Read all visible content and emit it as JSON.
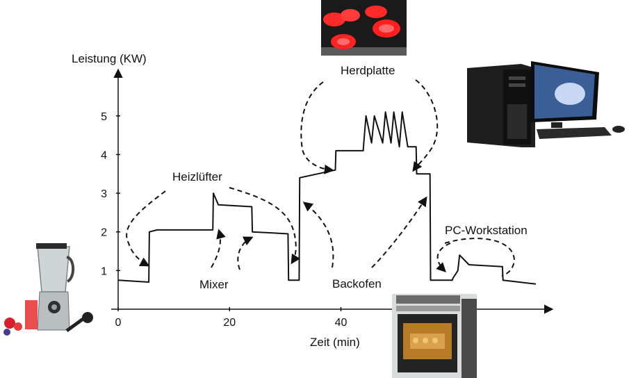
{
  "chart_data": {
    "type": "line",
    "title": "",
    "ylabel": "Leistung (KW)",
    "xlabel": "Zeit (min)",
    "xlim": [
      0,
      78
    ],
    "ylim": [
      0,
      6.2
    ],
    "x_ticks": [
      "0",
      "20",
      "40"
    ],
    "x_tick_values": [
      0,
      20,
      40
    ],
    "y_ticks": [
      "1",
      "2",
      "3",
      "4",
      "5"
    ],
    "y_tick_values": [
      1,
      2,
      3,
      4,
      5
    ],
    "series": [
      {
        "x": [
          0,
          5.5,
          5.6,
          7,
          17,
          17.1,
          18,
          24,
          24.1,
          30.5,
          30.6,
          32.5,
          32.6,
          39,
          39.1,
          44,
          44.1,
          44.5,
          45.5,
          46,
          47.5,
          48,
          49,
          49.5,
          50.5,
          51,
          52,
          53.5,
          53.6,
          56,
          56.1,
          60,
          60.1,
          61,
          61.3,
          63,
          69,
          69.1,
          75
        ],
        "y": [
          0.75,
          0.7,
          2.0,
          2.05,
          2.05,
          3.0,
          2.7,
          2.65,
          2.0,
          1.95,
          0.75,
          0.75,
          3.4,
          3.6,
          4.1,
          4.1,
          4.3,
          5.0,
          4.3,
          5.0,
          4.3,
          5.1,
          4.3,
          5.1,
          4.2,
          5.1,
          4.2,
          4.2,
          3.5,
          3.5,
          0.75,
          0.75,
          0.8,
          1.0,
          1.4,
          1.15,
          1.1,
          0.75,
          0.65
        ]
      }
    ],
    "annotations": [
      "Heizlüfter",
      "Mixer",
      "Herdplatte",
      "Backofen",
      "PC-Workstation"
    ]
  },
  "icons": [
    "blender-image",
    "cooktop-image",
    "desktop-pc-image",
    "oven-image"
  ],
  "colors": {
    "line": "#111111",
    "hotplate_red": "#ff2a2a",
    "cooktop_glass": "#1a1a1a"
  }
}
